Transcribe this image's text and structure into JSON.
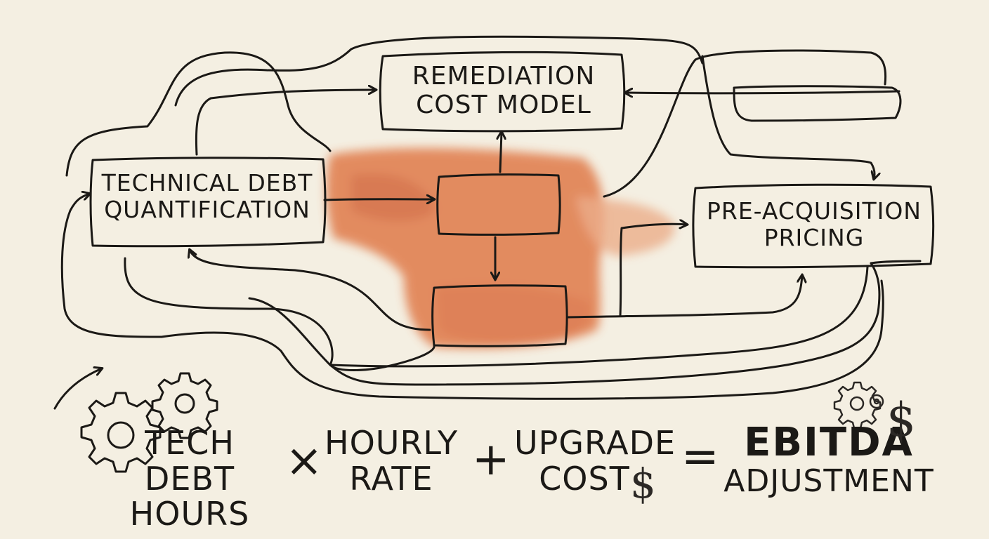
{
  "diagram": {
    "colors": {
      "ink": "#1b1916",
      "paper": "#f4efe2",
      "watercolor": "#e07a4a"
    },
    "nodes": {
      "remediation": {
        "line1": "Remediation",
        "line2": "Cost Model"
      },
      "technical_debt": {
        "line1": "Technical Debt",
        "line2": "Quantification"
      },
      "pre_acquisition": {
        "line1": "Pre-Acquisition",
        "line2": "Pricing"
      }
    },
    "equation": {
      "term1": {
        "line1": "Tech Debt",
        "line2": "Hours"
      },
      "op1": "×",
      "term2": {
        "line1": "Hourly",
        "line2": "Rate"
      },
      "op2": "+",
      "term3": {
        "line1": "Upgrade",
        "line2": "Cost"
      },
      "op3": "=",
      "result": {
        "line1": "EBITDA",
        "line2": "Adjustment"
      },
      "currency_symbol": "$"
    },
    "icons": [
      "gear-icon",
      "dollar-icon",
      "curved-arrow-icon"
    ]
  }
}
